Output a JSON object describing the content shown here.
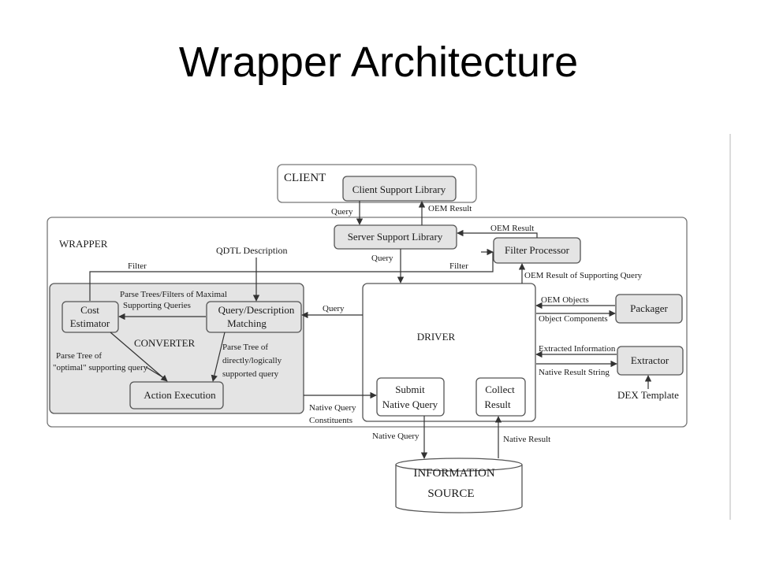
{
  "slide": {
    "title": "Wrapper Architecture"
  },
  "diagram": {
    "client": "CLIENT",
    "client_support_library": "Client Support Library",
    "wrapper": "WRAPPER",
    "server_support_library": "Server Support Library",
    "filter_processor": "Filter Processor",
    "converter": "CONVERTER",
    "cost_estimator": [
      "Cost",
      "Estimator"
    ],
    "query_description_matching": [
      "Query/Description",
      "Matching"
    ],
    "action_execution": "Action Execution",
    "driver": "DRIVER",
    "submit_native_query": [
      "Submit",
      "Native Query"
    ],
    "collect_result": [
      "Collect",
      "Result"
    ],
    "packager": "Packager",
    "extractor": "Extractor",
    "dex_template": "DEX Template",
    "information_source": [
      "INFORMATION",
      "SOURCE"
    ],
    "labels": {
      "query_client": "Query",
      "oem_result_client": "OEM Result",
      "oem_result_filter": "OEM Result",
      "qdtl_description": "QDTL Description",
      "query_server": "Query",
      "filter_left": "Filter",
      "filter_right": "Filter",
      "oem_result_supporting": "OEM Result  of Supporting Query",
      "parse_trees_filters": [
        "Parse Trees/Filters of Maximal",
        "Supporting Queries"
      ],
      "query_driver": "Query",
      "oem_objects": "OEM Objects",
      "object_components": "Object Components",
      "extracted_information": "Extracted Information",
      "native_result_string": "Native Result String",
      "parse_tree_optimal": [
        "Parse Tree of",
        "\"optimal\" supporting query"
      ],
      "parse_tree_directly": [
        "Parse Tree of",
        "directly/logically",
        "supported query"
      ],
      "native_query_constituents": [
        "Native Query",
        "Constituents"
      ],
      "native_query": "Native Query",
      "native_result": "Native Result"
    }
  }
}
